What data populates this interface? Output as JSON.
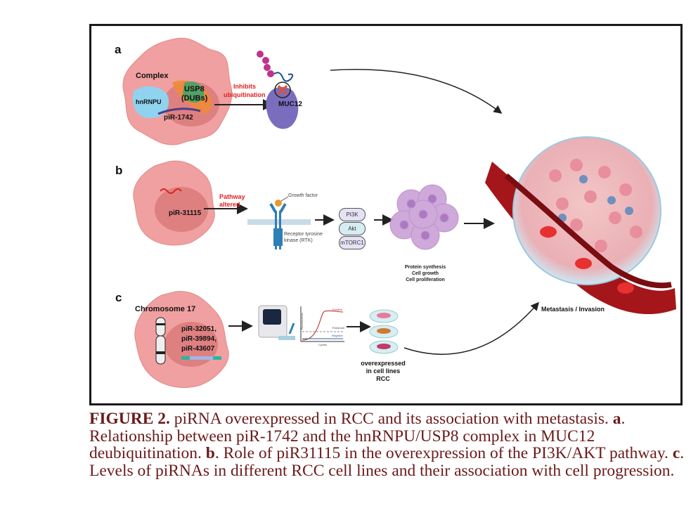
{
  "figure": {
    "panel_labels": [
      "a",
      "b",
      "c"
    ],
    "panel_a": {
      "complex": "Complex",
      "hnrnpu": "hnRNPU",
      "usp8": "USP8",
      "dubs": "(DUBs)",
      "pirna": "piR-1742",
      "action_line1": "Inhibits",
      "action_line2": "ubiquitination",
      "target": "MUC12",
      "ub": "Ub"
    },
    "panel_b": {
      "pirna": "piR-31115",
      "alt_line1": "Pathway",
      "alt_line2": "altered",
      "growth_factor": "Growth factor",
      "rtk_line1": "Receptor tyrosine",
      "rtk_line2": "kinase (RTK)",
      "pathway": [
        "PI3K",
        "Akt",
        "mTORC1"
      ],
      "outcomes": [
        "Protein synthesis",
        "Cell growth",
        "Cell proliferation"
      ]
    },
    "panel_c": {
      "chromosome": "Chromosome 17",
      "pirnas": [
        "piR-32051,",
        "piR-39894,",
        "piR-43607"
      ],
      "plot_labels": {
        "positive": "Positive",
        "threshold": "Threshold",
        "negative": "Negative",
        "x": "Cycles",
        "y": "Fluorescence"
      },
      "result": [
        "overexpressed",
        "in cell lines",
        "RCC"
      ]
    },
    "outcome": "Metastasis / Invasion",
    "colors": {
      "cell": "#f0a0a0",
      "nucleus": "#d97878",
      "text_red": "#e02020",
      "caption": "#6b1a1a",
      "frame": "#1a1a1a"
    }
  },
  "caption": {
    "title": "FIGURE 2.",
    "title_text": " piRNA overexpressed in RCC and its association with metastasis. ",
    "a": "a",
    "a_text": ". Relationship between piR-1742 and the hnRNPU/USP8 complex in MUC12 deubiquitination. ",
    "b": "b",
    "b_text": ". Role of piR31115 in the overexpression of the PI3K/AKT pathway. ",
    "c": "c",
    "c_text": ". Levels of piRNAs in different RCC cell lines and their association with cell progression."
  }
}
